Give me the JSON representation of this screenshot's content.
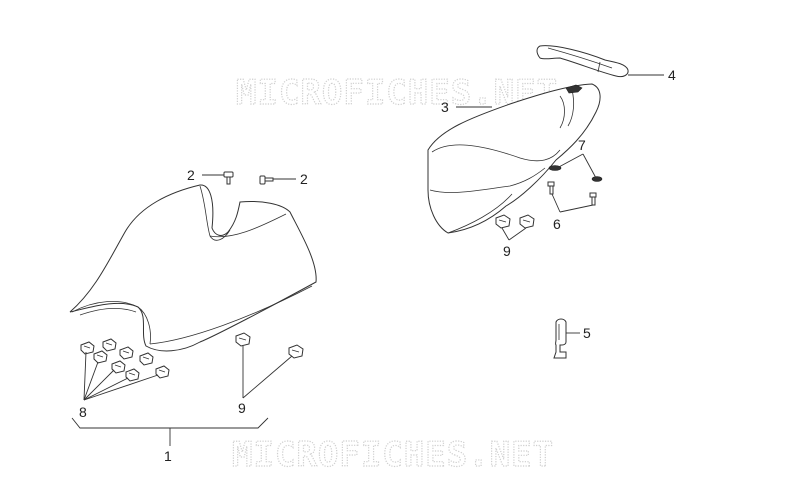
{
  "watermark": {
    "top": "MICROFICHES.NET",
    "bottom": "MICROFICHES.NET"
  },
  "callouts": {
    "p1": "1",
    "p2a": "2",
    "p2b": "2",
    "p3": "3",
    "p4": "4",
    "p5": "5",
    "p6": "6",
    "p7": "7",
    "p8": "8",
    "p9a": "9",
    "p9b": "9"
  }
}
